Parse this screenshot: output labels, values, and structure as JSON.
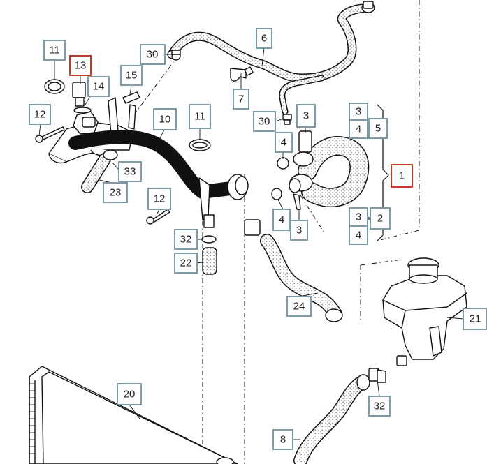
{
  "diagram": {
    "colors": {
      "label_border": "#7e9aa6",
      "highlight_border": "#c0392b",
      "hose_texture": "#8a8a8a"
    },
    "labels": {
      "p6": "6",
      "p7": "7",
      "p30a": "30",
      "p30b": "30",
      "p11a": "11",
      "p11b": "11",
      "p13": "13",
      "p14": "14",
      "p15": "15",
      "p12a": "12",
      "p12b": "12",
      "p10": "10",
      "p33": "33",
      "p23": "23",
      "p32a": "32",
      "p22": "22",
      "p3a": "3",
      "p4a": "4",
      "p3b": "3",
      "p4b": "4",
      "p5": "5",
      "p1": "1",
      "p3c": "3",
      "p4c": "4",
      "p3d": "3",
      "p2": "2",
      "p4d": "4",
      "p24": "24",
      "p21": "21",
      "p20": "20",
      "p32b": "32",
      "p8": "8"
    }
  }
}
